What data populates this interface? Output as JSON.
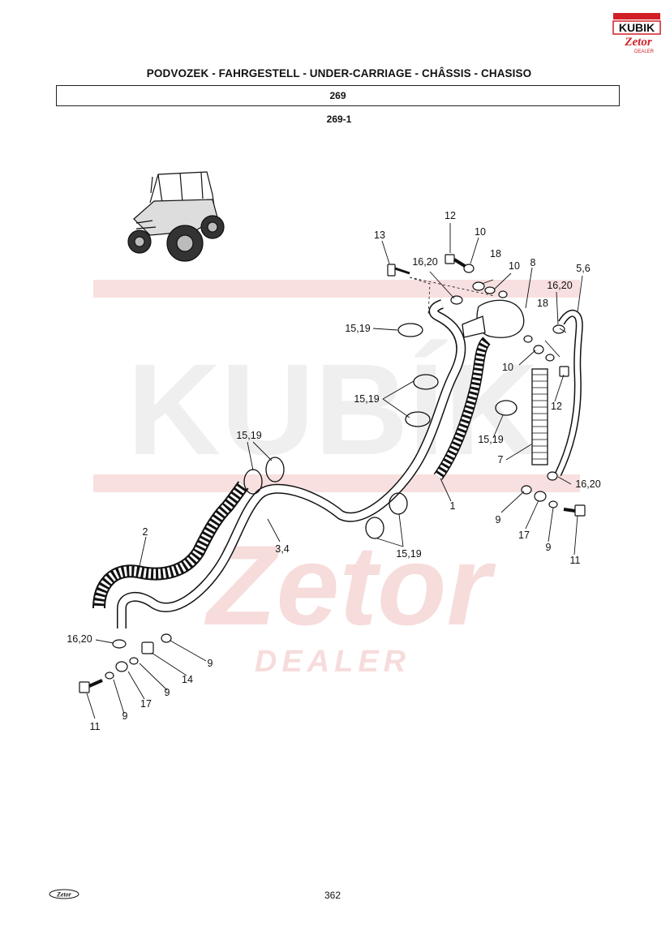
{
  "header": {
    "title": "PODVOZEK - FAHRGESTELL - UNDER-CARRIAGE - CHÂSSIS - CHASISO",
    "section": "269",
    "figure": "269-1"
  },
  "logos": {
    "kubik_text": "KUBIK",
    "zetor_text": "Zetor",
    "dealer_text": "DEALER",
    "footer_logo_text": "Zetor"
  },
  "watermark": {
    "main_text": "KUBÍK",
    "brand_text": "Zetor",
    "dealer_text": "DEALER"
  },
  "callouts": {
    "c1": "1",
    "c2": "2",
    "c3_4": "3,4",
    "c5_6": "5,6",
    "c7": "7",
    "c8": "8",
    "c9a": "9",
    "c9b": "9",
    "c9c": "9",
    "c9d": "9",
    "c9e": "9",
    "c10a": "10",
    "c10b": "10",
    "c10c": "10",
    "c11a": "11",
    "c11b": "11",
    "c12a": "12",
    "c12b": "12",
    "c13": "13",
    "c14": "14",
    "c15_19a": "15,19",
    "c15_19b": "15,19",
    "c15_19c": "15,19",
    "c15_19d": "15,19",
    "c15_19e": "15,19",
    "c16_20a": "16,20",
    "c16_20b": "16,20",
    "c16_20c": "16,20",
    "c16_20d": "16,20",
    "c17a": "17",
    "c17b": "17",
    "c18a": "18",
    "c18b": "18"
  },
  "footer": {
    "page_number": "362"
  },
  "colors": {
    "watermark_red": "#f6dada",
    "watermark_gray": "#efefef",
    "logo_red": "#d21f26",
    "ink": "#111111"
  }
}
